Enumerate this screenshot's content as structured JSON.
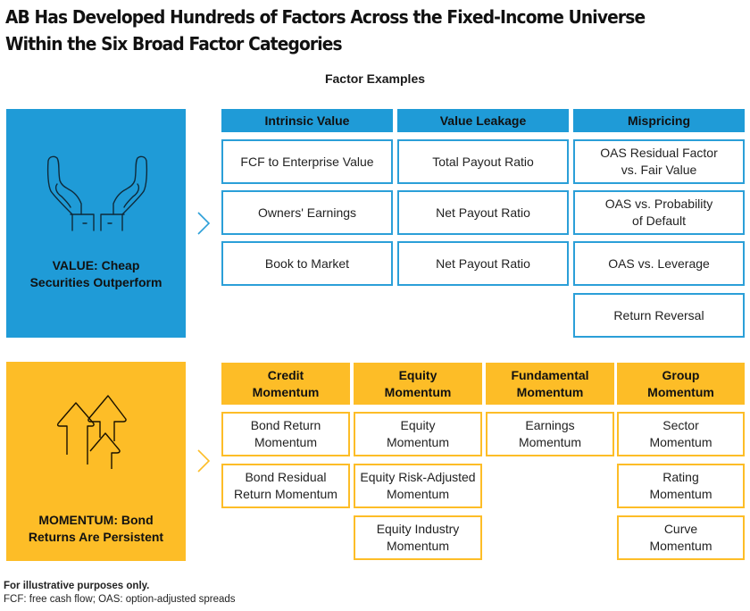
{
  "title": "AB Has Developed Hundreds of Factors Across the Fixed-Income Universe Within the Six Broad Factor Categories",
  "subtitle": "Factor Examples",
  "colors": {
    "value_blue": "#1f9bd7",
    "momentum_yellow": "#fdbd27"
  },
  "value_section": {
    "icon": "open-hands-icon",
    "label_line1": "VALUE: Cheap",
    "label_line2": "Securities Outperform",
    "columns": [
      {
        "header": "Intrinsic Value",
        "items": [
          "FCF to Enterprise Value",
          "Owners' Earnings",
          "Book to Market"
        ]
      },
      {
        "header": "Value Leakage",
        "items": [
          "Total Payout Ratio",
          "Net Payout Ratio",
          "Net Payout Ratio"
        ]
      },
      {
        "header": "Mispricing",
        "items": [
          "OAS Residual Factor vs. Fair Value",
          "OAS vs. Probability of Default",
          "OAS vs. Leverage",
          "Return Reversal"
        ]
      }
    ]
  },
  "momentum_section": {
    "icon": "rising-arrows-icon",
    "label_line1": "MOMENTUM: Bond",
    "label_line2": "Returns Are Persistent",
    "columns": [
      {
        "header_line1": "Credit",
        "header_line2": "Momentum",
        "items": [
          "Bond Return Momentum",
          "Bond Residual Return Momentum"
        ]
      },
      {
        "header_line1": "Equity",
        "header_line2": "Momentum",
        "items": [
          "Equity Momentum",
          "Equity Risk-Adjusted Momentum",
          "Equity Industry Momentum"
        ]
      },
      {
        "header_line1": "Fundamental",
        "header_line2": "Momentum",
        "items": [
          "Earnings Momentum"
        ]
      },
      {
        "header_line1": "Group",
        "header_line2": "Momentum",
        "items": [
          "Sector Momentum",
          "Rating Momentum",
          "Curve Momentum"
        ]
      }
    ]
  },
  "footnotes": {
    "disclaimer": "For illustrative purposes only.",
    "abbreviations": "FCF: free cash flow; OAS: option-adjusted spreads"
  }
}
